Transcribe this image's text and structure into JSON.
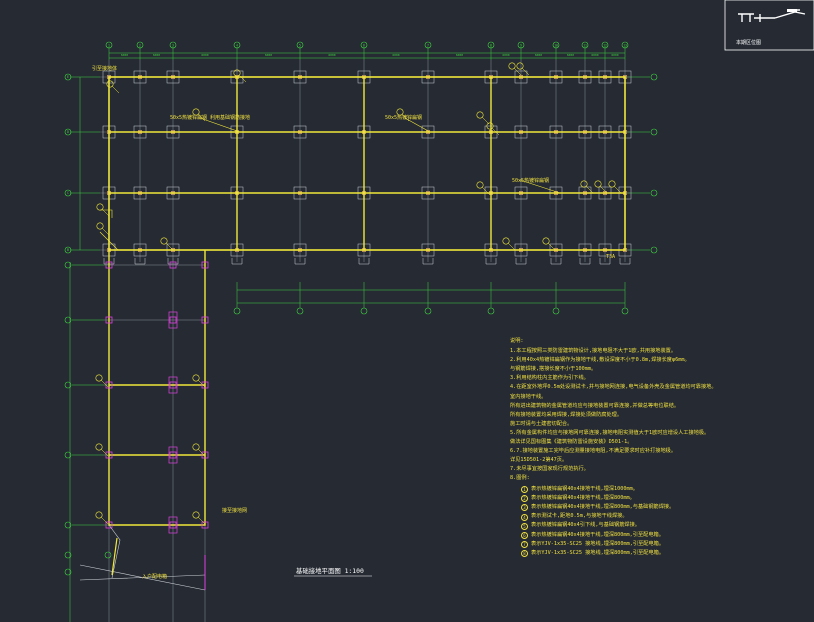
{
  "key_plan": {
    "label": "本期区位图"
  },
  "drawing_title": "基础接地平面图 1:100",
  "left_note": "接至接地网",
  "bottom_note": "入户配电箱",
  "corner_labels": {
    "top_left": "引至接地体",
    "bottom_right": "T3A"
  },
  "callouts": [
    {
      "text": "50x5热镀锌扁钢 利用基础钢筋接地"
    },
    {
      "text": "50x5热镀锌扁钢"
    },
    {
      "text": "50x5热镀锌扁钢"
    }
  ],
  "axes_top": [
    "1",
    "2",
    "3",
    "4",
    "5",
    "6",
    "7",
    "8",
    "9",
    "10",
    "11",
    "12",
    "13",
    "14"
  ],
  "axes_left": [
    "E",
    "D",
    "C",
    "B",
    "A"
  ],
  "dims_top": [
    "6000",
    "6000",
    "6000",
    "6000",
    "6000",
    "6000",
    "6000",
    "6000",
    "6000",
    "6000",
    "6000",
    "6000",
    "6000"
  ],
  "notes": {
    "heading": "说明:",
    "lines": [
      "1.本工程按照三类防雷建筑物设计,接地电阻不大于1欧,共用接地装置。",
      "2.利用40x4热镀锌扁钢作为接地干线,敷设深度不小于0.8m,焊接长度φ6mm。",
      "  与钢筋焊接,搭接长度不小于100mm。",
      "3.利用结构柱内主筋作为引下线。",
      "4.在距室外地坪0.5m处设测试卡,并与接地网连接,电气设备外壳及金属管道均可靠接地。",
      "  室内接地干线。",
      "  所有进出建筑物的金属管道均应与接地装置可靠连接,并做总等电位联结。",
      "  所有接地装置均采用焊接,焊接处须做防腐处理。",
      "  施工时请与土建密切配合。",
      "5.所有金属构件均应与接地网可靠连接,接地电阻实测值大于1欧时应增设人工接地极。",
      "  做法详见国标图集《建筑物防雷设施安装》D501-1。",
      "6.7.接地装置施工完毕后应测量接地电阻,不满足要求时应补打接地极。",
      "  详见15D501-2第47页。",
      "7.未尽事宜按国家现行规范执行。",
      "8.图例:"
    ],
    "legend": [
      {
        "num": "1",
        "text": "表示热镀锌扁钢40x4接地干线,埋深1000mm。"
      },
      {
        "num": "2",
        "text": "表示热镀锌扁钢40x4接地干线,埋深800mm。"
      },
      {
        "num": "3",
        "text": "表示热镀锌扁钢40x4接地干线,埋深800mm,与基础钢筋焊接。"
      },
      {
        "num": "4",
        "text": "表示测试卡,距地0.5m,与接地干线焊接。"
      },
      {
        "num": "5",
        "text": "表示热镀锌扁钢40x4引下线,与基础钢筋焊接。"
      },
      {
        "num": "6",
        "text": "表示热镀锌扁钢40x4接地干线,埋深800mm,引至配电箱。"
      },
      {
        "num": "7",
        "text": "表示YJV-1x35-SC25 接地线,埋深800mm,引至配电箱。"
      },
      {
        "num": "8",
        "text": "表示YJV-1x35-SC25 接地线,埋深800mm,引至配电箱。"
      }
    ]
  }
}
